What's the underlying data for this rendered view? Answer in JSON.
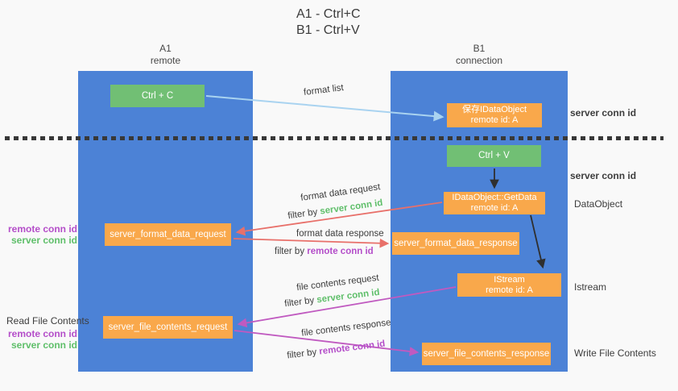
{
  "title": {
    "line1": "A1 - Ctrl+C",
    "line2": "B1 - Ctrl+V"
  },
  "columns": {
    "left": {
      "name": "A1",
      "role": "remote"
    },
    "right": {
      "name": "B1",
      "role": "connection"
    }
  },
  "nodes": {
    "ctrl_c": {
      "label": "Ctrl + C"
    },
    "save_dataobject": {
      "line1": "保存IDataObject",
      "line2": "remote id: A"
    },
    "ctrl_v": {
      "label": "Ctrl + V"
    },
    "getdata": {
      "line1": "IDataObject::GetData",
      "line2": "remote id: A"
    },
    "format_request": {
      "label": "server_format_data_request"
    },
    "format_response": {
      "label": "server_format_data_response"
    },
    "istream": {
      "line1": "IStream",
      "line2": "remote id: A"
    },
    "file_request": {
      "label": "server_file_contents_request"
    },
    "file_response": {
      "label": "server_file_contents_response"
    }
  },
  "edge_labels": {
    "format_list": "format list",
    "format_data_request": "format data request",
    "format_data_response": "format data response",
    "file_contents_request": "file contents request",
    "file_contents_response": "file contents response",
    "filter_by": "filter by ",
    "server_conn_id": "server conn id",
    "remote_conn_id": "remote conn id"
  },
  "side_labels": {
    "left_format_remote": "remote conn id",
    "left_format_server": "server conn id",
    "read_file_contents": "Read File Contents",
    "left_file_remote": "remote conn id",
    "left_file_server": "server conn id",
    "right_server_conn_top": "server conn id",
    "right_server_conn_mid": "server conn id",
    "dataobject": "DataObject",
    "istream": "Istream",
    "write_file_contents": "Write File Contents"
  },
  "colors": {
    "column_blue": "#4c82d6",
    "box_green": "#71bf74",
    "box_orange": "#f9a84b",
    "text_green": "#5fbf6a",
    "text_purple": "#b44ec9",
    "arrow_blue": "#a9d3f0",
    "arrow_red": "#e8706a",
    "arrow_magenta": "#c05ac0",
    "arrow_black": "#2f2f2f"
  }
}
